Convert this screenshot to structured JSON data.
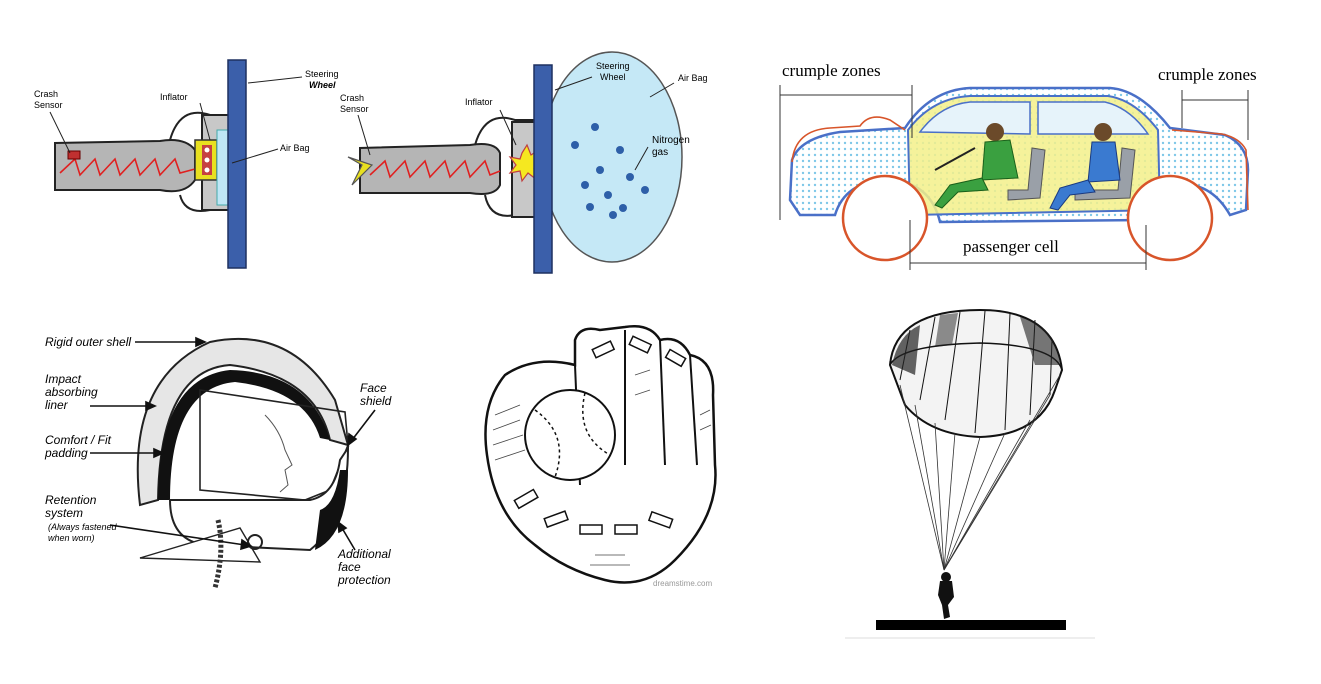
{
  "airbag_before": {
    "crash_sensor": "Crash\nSensor",
    "inflator": "Inflator",
    "steering_wheel_line1": "Steering",
    "steering_wheel_line2": "Wheel",
    "air_bag": "Air Bag"
  },
  "airbag_after": {
    "crash_sensor": "Crash\nSensor",
    "inflator": "Inflator",
    "steering_wheel_line1": "Steering",
    "steering_wheel_line2": "Wheel",
    "air_bag": "Air Bag",
    "nitrogen_gas_line1": "Nitrogen",
    "nitrogen_gas_line2": "gas"
  },
  "car": {
    "crumple_zones_front": "crumple zones",
    "crumple_zones_rear": "crumple zones",
    "passenger_cell": "passenger cell"
  },
  "helmet": {
    "rigid_outer_shell": "Rigid outer shell",
    "impact_liner_1": "Impact",
    "impact_liner_2": "absorbing",
    "impact_liner_3": "liner",
    "comfort_1": "Comfort / Fit",
    "comfort_2": "padding",
    "retention_1": "Retention",
    "retention_2": "system",
    "retention_3": "(Always fastened",
    "retention_4": "when worn)",
    "face_shield_1": "Face",
    "face_shield_2": "shield",
    "additional_1": "Additional",
    "additional_2": "face",
    "additional_3": "protection"
  },
  "glove": {
    "watermark": "dreamstime.com"
  },
  "colors": {
    "steering": "#3b5faa",
    "spring": "#e02020",
    "inflator": "#e8e020",
    "airbag_fill": "#bfe6f5",
    "car_body": "#4a70c8",
    "crumple": "#d8552a",
    "cell_fill": "#f3f08a"
  }
}
